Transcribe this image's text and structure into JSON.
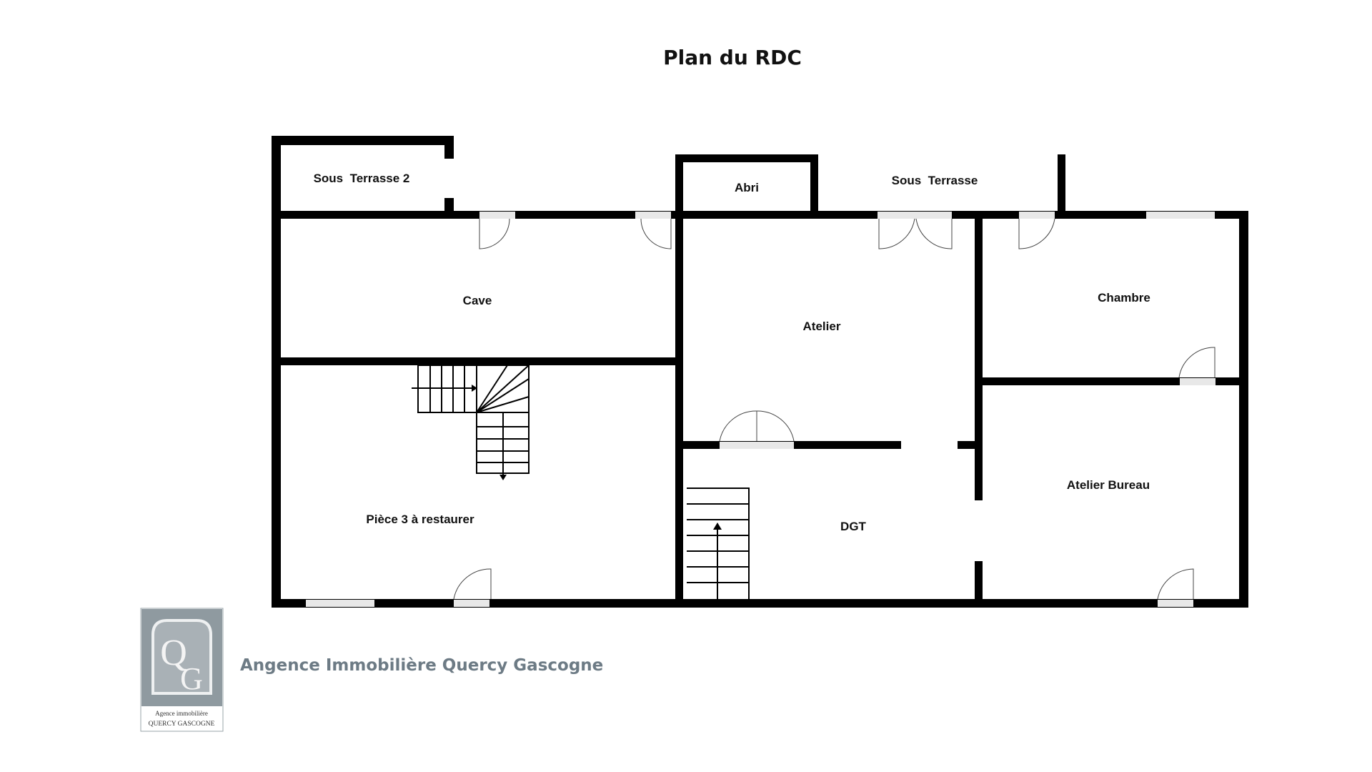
{
  "title": "Plan du RDC",
  "rooms": {
    "sous_terrasse_2": "Sous  Terrasse 2",
    "abri": "Abri",
    "sous_terrasse": "Sous  Terrasse",
    "cave": "Cave",
    "atelier": "Atelier",
    "chambre": "Chambre",
    "atelier_bureau": "Atelier Bureau",
    "piece_3": "Pièce 3 à restaurer",
    "dgt": "DGT"
  },
  "agency": {
    "name": "Angence Immobilière Quercy Gascogne",
    "logo_monogram_top": "Q",
    "logo_monogram_bottom": "G",
    "logo_line1": "Agence immobilière",
    "logo_line2": "QUERCY GASCOGNE"
  },
  "colors": {
    "wall": "#000000",
    "logo_bg": "#8f9aa0",
    "agency_text": "#6d7b85"
  }
}
